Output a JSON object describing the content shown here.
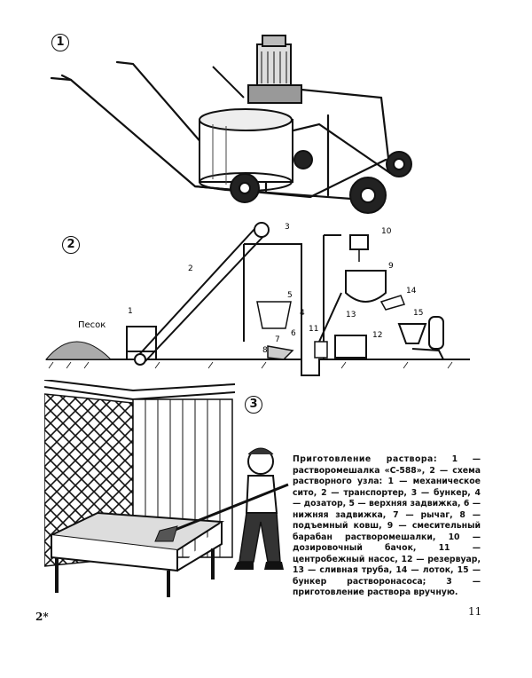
{
  "figures": {
    "fig1": {
      "number": "1"
    },
    "fig2": {
      "number": "2",
      "sand_label": "Песок",
      "callouts": [
        "1",
        "2",
        "3",
        "4",
        "5",
        "6",
        "7",
        "8",
        "9",
        "10",
        "11",
        "12",
        "13",
        "14",
        "15"
      ]
    },
    "fig3": {
      "number": "3"
    }
  },
  "caption": {
    "heading": "Приготовление раствора:",
    "body": "1 — растворомешалка «С-588», 2 — схема растворного узла: 1 — механическое сито, 2 — транспортер, 3 — бункер, 4 — дозатор, 5 — верхняя задвижка, 6 — нижняя задвижка, 7 — рычаг, 8 — подъемный ковш, 9 — смесительный барабан растворомешалки, 10 — дозировочный бачок, 11 — центробежный насос, 12 — резервуар, 13 — сливная труба, 14 — лоток, 15 — бункер растворонасоса; 3 — приготовление раствора вручную."
  },
  "footer": {
    "signature": "2*",
    "page_number": "11"
  }
}
